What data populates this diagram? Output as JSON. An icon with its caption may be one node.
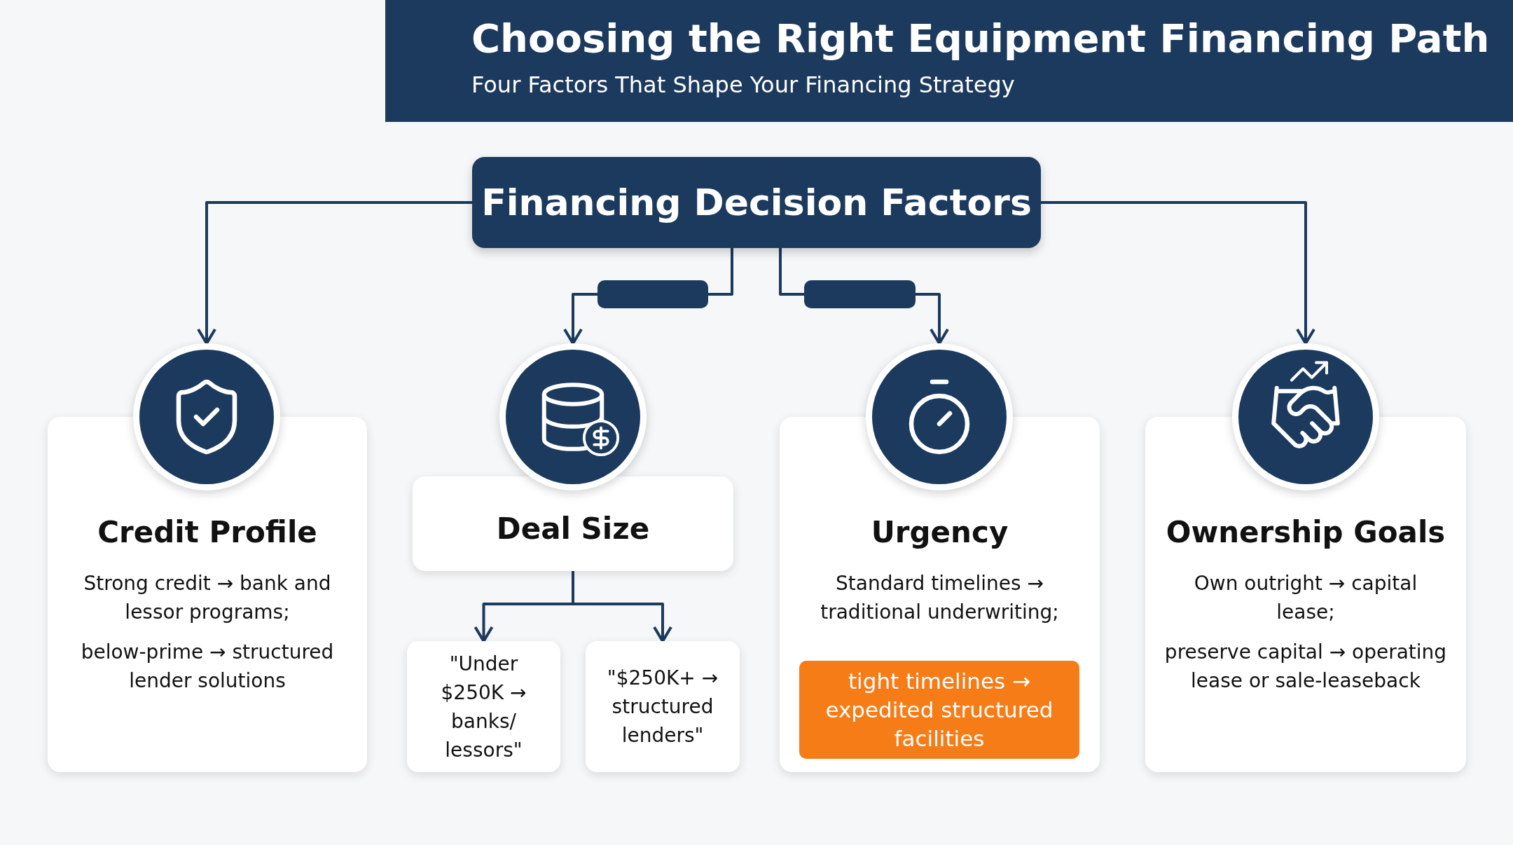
{
  "diagram": {
    "title": "Choosing the Right Equipment Financing Path",
    "nodes": [
      {
        "text": [
          "Financing Decision Factors"
        ]
      },
      {
        "text": [],
        "shape": "bar"
      },
      {
        "text": [],
        "shape": "bar"
      },
      {
        "text": [],
        "shape": "circle"
      },
      {
        "text": [
          "Credit Profile",
          "Strong credit → bank and lessor programs;",
          "below-prime → structured lender solutions"
        ]
      },
      {
        "text": [],
        "shape": "circle"
      },
      {
        "text": [
          "Deal Size"
        ]
      },
      {
        "text": [
          "\"Under $250K → banks/ lessors\""
        ]
      },
      {
        "text": [
          "\"$250K+ → structured lenders\""
        ]
      },
      {
        "text": [],
        "shape": "circle"
      },
      {
        "text": [
          "Urgency",
          "Standard timelines → traditional underwriting;"
        ]
      },
      {
        "text": [
          "tight timelines → expedited structured facilities"
        ],
        "in": 10
      },
      {
        "text": [],
        "shape": "circle"
      },
      {
        "text": [
          "Ownership Goals",
          "Own outright → capital lease;",
          "preserve capital → operating lease or sale-leaseback"
        ]
      }
    ],
    "edges": [
      {
        "from": 0,
        "to": 3,
        "arrow": "to"
      },
      {
        "from": 0,
        "to": 1,
        "arrow": "none"
      },
      {
        "from": 1,
        "to": 5,
        "arrow": "to"
      },
      {
        "from": 0,
        "to": 2,
        "arrow": "none"
      },
      {
        "from": 2,
        "to": 9,
        "arrow": "to"
      },
      {
        "from": 0,
        "to": 12,
        "arrow": "to"
      },
      {
        "from": 6,
        "to": 7,
        "arrow": "to"
      },
      {
        "from": 6,
        "to": 8,
        "arrow": "to"
      }
    ],
    "labels": [
      "Four Factors That Shape Your Financing Strategy"
    ]
  }
}
